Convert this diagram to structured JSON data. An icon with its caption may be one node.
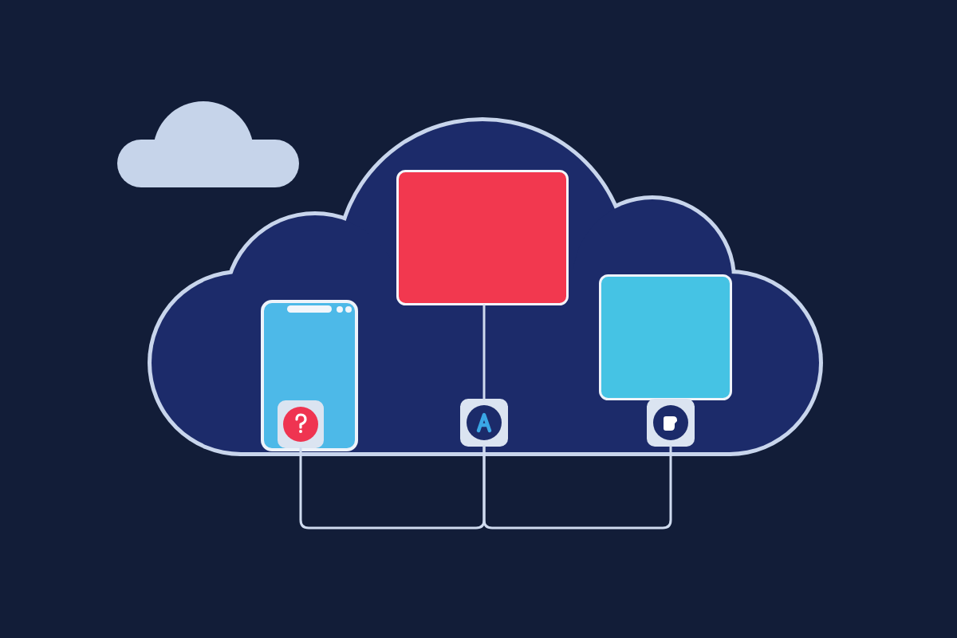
{
  "diagram": {
    "nodes": [
      {
        "text": [],
        "shape": "cloud"
      },
      {
        "text": [],
        "shape": "cloud"
      },
      {
        "text": [],
        "shape": "box",
        "in": 1
      },
      {
        "text": [],
        "shape": "phone",
        "in": 1
      },
      {
        "text": [],
        "shape": "icon",
        "in": 3
      },
      {
        "text": [],
        "shape": "icon",
        "in": 1
      },
      {
        "text": [],
        "shape": "box",
        "in": 1
      },
      {
        "text": [],
        "shape": "icon",
        "in": 1
      }
    ],
    "edges": [
      {
        "from": 2,
        "to": 5,
        "arrow": "none"
      },
      {
        "from": 4,
        "to": 5,
        "arrow": "none"
      },
      {
        "from": 7,
        "to": 5,
        "arrow": "none"
      }
    ]
  }
}
